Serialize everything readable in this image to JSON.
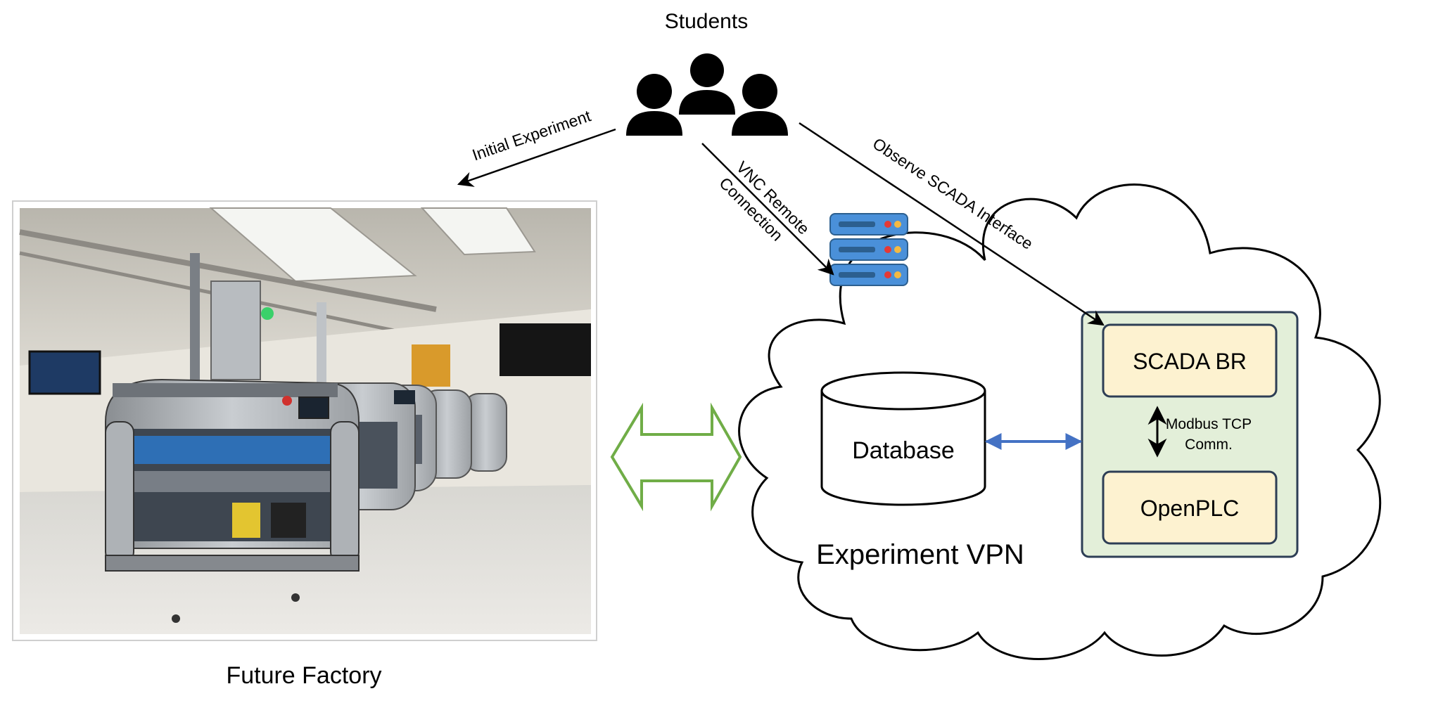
{
  "labels": {
    "students": "Students",
    "future_factory": "Future Factory",
    "experiment_vpn": "Experiment VPN",
    "database": "Database",
    "scada": "SCADA BR",
    "openplc": "OpenPLC",
    "modbus_line1": "Modbus TCP",
    "modbus_line2": "Comm."
  },
  "connections": {
    "initial_experiment": "Initial Experiment",
    "vnc_line1": "VNC Remote",
    "vnc_line2": "Connection",
    "observe_scada": "Observe SCADA Interface"
  },
  "icons": {
    "students": "users-group-icon",
    "server": "server-stack-icon",
    "bidirectional": "double-headed-hollow-arrow-icon",
    "factory_photo": "factory-floor-photo"
  },
  "colors": {
    "scada_panel_fill": "#e3efd9",
    "scada_panel_stroke": "#2d3e55",
    "box_fill": "#fdf2d0",
    "db_link_arrow": "#4472c4",
    "hollow_arrow": "#70ad47",
    "server_blue": "#4a90d9",
    "server_dark": "#2c5f8f"
  }
}
